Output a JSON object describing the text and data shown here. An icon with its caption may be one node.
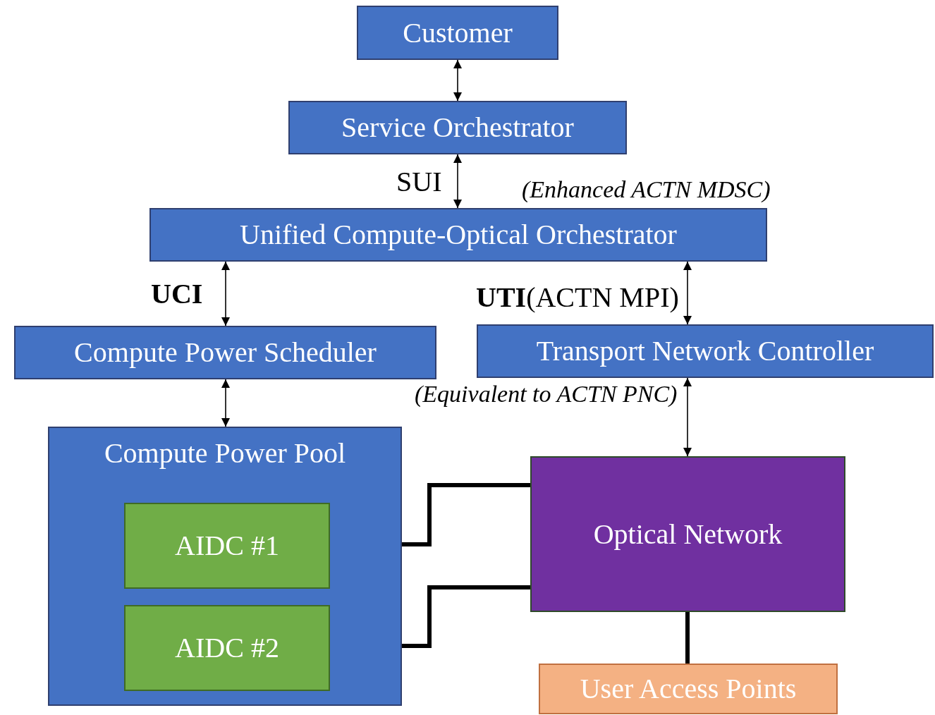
{
  "diagram": {
    "nodes": [
      {
        "text": [
          "Customer"
        ]
      },
      {
        "text": [
          "Service Orchestrator"
        ]
      },
      {
        "text": [
          "Unified Compute-Optical Orchestrator"
        ],
        "beside": [
          "(Enhanced ACTN MDSC)"
        ]
      },
      {
        "text": [
          "Compute Power Scheduler"
        ]
      },
      {
        "text": [
          "Transport Network Controller"
        ],
        "beside": [
          "(Equivalent to ACTN PNC)"
        ]
      },
      {
        "text": [
          "Compute Power Pool"
        ]
      },
      {
        "text": [
          "AIDC #1"
        ],
        "in": 5
      },
      {
        "text": [
          "AIDC #2"
        ],
        "in": 5
      },
      {
        "text": [
          "Optical Network"
        ]
      },
      {
        "text": [
          "User Access Points"
        ]
      }
    ],
    "edges": [
      {
        "from": 0,
        "to": 1,
        "arrow": "both"
      },
      {
        "from": 1,
        "to": 2,
        "arrow": "both",
        "label": "SUI"
      },
      {
        "from": 2,
        "to": 3,
        "arrow": "both",
        "label": "**UCI**"
      },
      {
        "from": 2,
        "to": 4,
        "arrow": "both",
        "label": "**UTI**(ACTN MPI)"
      },
      {
        "from": 3,
        "to": 5,
        "arrow": "both"
      },
      {
        "from": 4,
        "to": 8,
        "arrow": "both"
      },
      {
        "from": 6,
        "to": 8,
        "arrow": "none",
        "style": "thick"
      },
      {
        "from": 7,
        "to": 8,
        "arrow": "none",
        "style": "thick"
      },
      {
        "from": 8,
        "to": 9,
        "arrow": "none",
        "style": "thick"
      }
    ]
  }
}
